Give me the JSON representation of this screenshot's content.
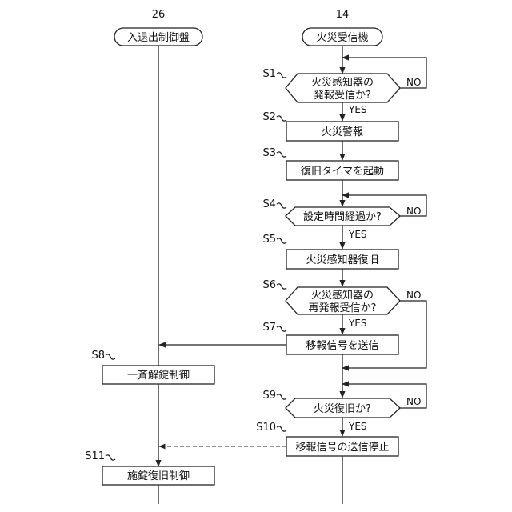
{
  "lanes": {
    "left": {
      "ref": "26",
      "title": "入退出制御盤"
    },
    "right": {
      "ref": "14",
      "title": "火災受信機"
    }
  },
  "steps": {
    "s1": {
      "id": "S1",
      "line1": "火災感知器の",
      "line2": "発報受信か?"
    },
    "s2": {
      "id": "S2",
      "text": "火災警報"
    },
    "s3": {
      "id": "S3",
      "text": "復旧タイマを起動"
    },
    "s4": {
      "id": "S4",
      "text": "設定時間経過か?"
    },
    "s5": {
      "id": "S5",
      "text": "火災感知器復旧"
    },
    "s6": {
      "id": "S6",
      "line1": "火災感知器の",
      "line2": "再発報受信か?"
    },
    "s7": {
      "id": "S7",
      "text": "移報信号を送信"
    },
    "s8": {
      "id": "S8",
      "text": "一斉解錠制御"
    },
    "s9": {
      "id": "S9",
      "text": "火災復旧か?"
    },
    "s10": {
      "id": "S10",
      "text": "移報信号の送信停止"
    },
    "s11": {
      "id": "S11",
      "text": "施錠復旧制御"
    }
  },
  "answers": {
    "yes": "YES",
    "no": "NO"
  }
}
